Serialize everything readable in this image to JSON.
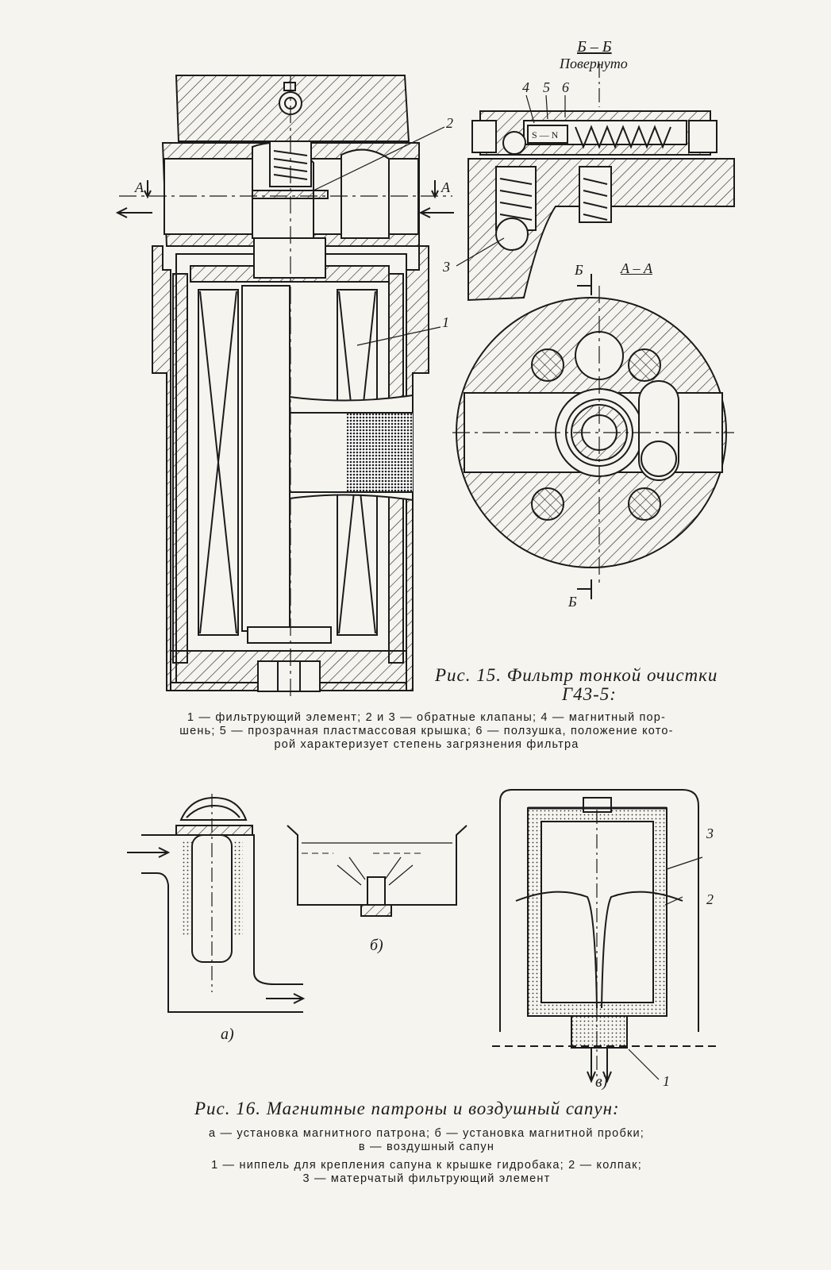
{
  "fig15": {
    "section_bb": "Б – Б",
    "section_bb_note": "Повернуто",
    "section_aa": "А – А",
    "mark_a": "А",
    "mark_b": "Б",
    "callouts": [
      "1",
      "2",
      "3",
      "4",
      "5",
      "6"
    ],
    "magnet_label": "S — N",
    "caption_title": "Рис. 15. Фильтр тонкой очистки",
    "caption_subtitle": "Г43-5:",
    "legend": [
      "1 — фильтрующий элемент; 2 и 3 — обратные клапаны; 4 — магнитный пор-",
      "шень; 5 — прозрачная пластмассовая крышка; 6 — ползушка, положение кото-",
      "рой характеризует степень загрязнения фильтра"
    ]
  },
  "fig16": {
    "sub_a": "а)",
    "sub_b": "б)",
    "sub_v": "в)",
    "callouts": [
      "1",
      "2",
      "3"
    ],
    "caption_title": "Рис. 16. Магнитные патроны и воздушный сапун:",
    "legend_1": [
      "а — установка магнитного  патрона;  б — установка магнитной пробки;",
      "в — воздушный сапун"
    ],
    "legend_2": [
      "1 — ниппель для крепления  сапуна к крышке  гидробака;  2 — колпак;",
      "3 — матерчатый фильтрующий элемент"
    ]
  }
}
